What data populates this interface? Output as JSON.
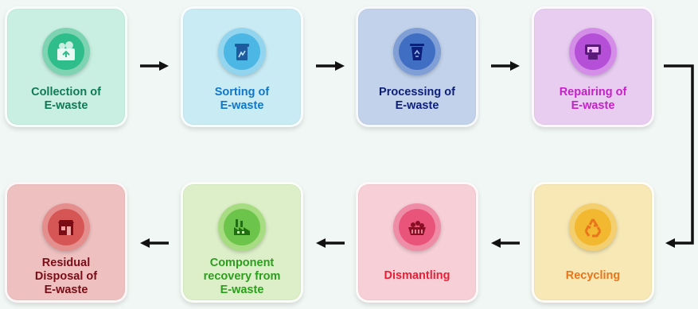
{
  "steps": [
    {
      "label": "Collection of\nE-waste",
      "icon": "waste-basket-icon",
      "bg": "#c9efe2",
      "circle": "#7ed3b3",
      "inner": "#2fbd8c",
      "color": "#0f7a57"
    },
    {
      "label": "Sorting of\nE-waste",
      "icon": "sorting-bin-icon",
      "bg": "#c9ebf4",
      "circle": "#93d4ee",
      "inner": "#4cb6e4",
      "color": "#1076c9"
    },
    {
      "label": "Processing of\nE-waste",
      "icon": "recycle-bin-icon",
      "bg": "#c1d2ea",
      "circle": "#7f9fd6",
      "inner": "#3f6ec3",
      "color": "#0d1f7a"
    },
    {
      "label": "Repairing of\nE-waste",
      "icon": "electronics-repair-icon",
      "bg": "#e8cdf1",
      "circle": "#d48ee8",
      "inner": "#b64fd8",
      "color": "#c621c9"
    },
    {
      "label": "Recycling",
      "icon": "recycle-icon",
      "bg": "#f7e8b6",
      "circle": "#f3cf70",
      "inner": "#f2b82f",
      "color": "#e8751b"
    },
    {
      "label": "Dismantling",
      "icon": "dismantling-basket-icon",
      "bg": "#f7cfd7",
      "circle": "#f08da6",
      "inner": "#e9547a",
      "color": "#ea1f35"
    },
    {
      "label": "Component\nrecovery from\nE-waste",
      "icon": "factory-icon",
      "bg": "#dcefc8",
      "circle": "#a8dc82",
      "inner": "#6cc54a",
      "color": "#2a9f1b"
    },
    {
      "label": "Residual\nDisposal of\nE-waste",
      "icon": "disposal-building-icon",
      "bg": "#eec0c0",
      "circle": "#e48e8e",
      "inner": "#d65656",
      "color": "#7a0c16"
    }
  ]
}
